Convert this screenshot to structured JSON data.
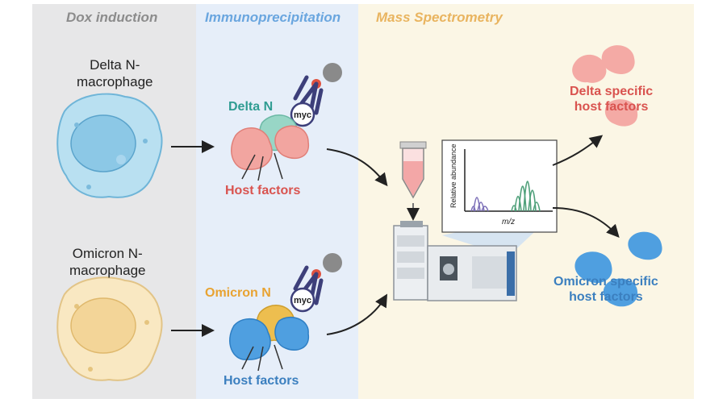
{
  "panels": {
    "dox_title": "Dox induction",
    "ip_title": "Immunoprecipitation",
    "ms_title": "Mass Spectrometry"
  },
  "cells": {
    "delta_line1": "Delta N-",
    "delta_line2": "macrophage",
    "omicron_line1": "Omicron N-",
    "omicron_line2": "macrophage"
  },
  "ip": {
    "delta_protein": "Delta N",
    "omicron_protein": "Omicron N",
    "tag": "myc",
    "host_factors_top": "Host factors",
    "host_factors_bottom": "Host factors"
  },
  "spectrum": {
    "ylabel": "Relative abundance",
    "xlabel": "m/z"
  },
  "results": {
    "delta_line1": "Delta specific",
    "delta_line2": "host factors",
    "omicron_line1": "Omicron specific",
    "omicron_line2": "host factors"
  },
  "colors": {
    "delta": "#d9534f",
    "delta_teal": "#2f9c92",
    "omicron": "#e8a332",
    "host_blue": "#3b7fbf",
    "delta_cell": "#9fd3ec",
    "omicron_cell": "#f6dfae"
  }
}
